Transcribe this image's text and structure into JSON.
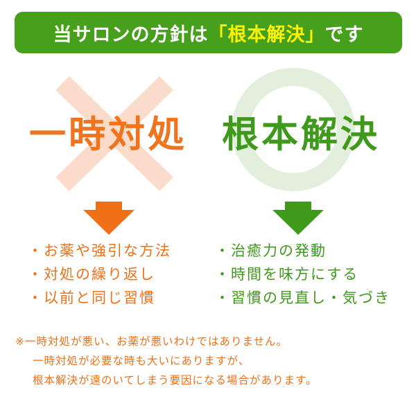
{
  "banner": {
    "prefix": "当サロンの方針は",
    "highlight": "「根本解決」",
    "suffix": "です"
  },
  "left": {
    "title": "一時対処",
    "items": [
      "・お薬や強引な方法",
      "・対処の繰り返し",
      "・以前と同じ習慣"
    ]
  },
  "right": {
    "title": "根本解決",
    "items": [
      "・治癒力の発動",
      "・時間を味方にする",
      "・習慣の見直し・気づき"
    ]
  },
  "note": {
    "line1": "※一時対処が悪い、お薬が悪いわけではありません。",
    "line2": "一時対処が必要な時も大いにありますが、",
    "line3": "根本解決が遠のいてしまう要因になる場合があります。"
  },
  "colors": {
    "banner_bg": "#46a01c",
    "highlight": "#fff200",
    "orange": "#f07018",
    "green": "#3f9a1c",
    "cross": "#fbdccb",
    "ring": "#e1efdc"
  },
  "icons": [
    "cross-icon",
    "circle-icon",
    "down-arrow-icon"
  ]
}
